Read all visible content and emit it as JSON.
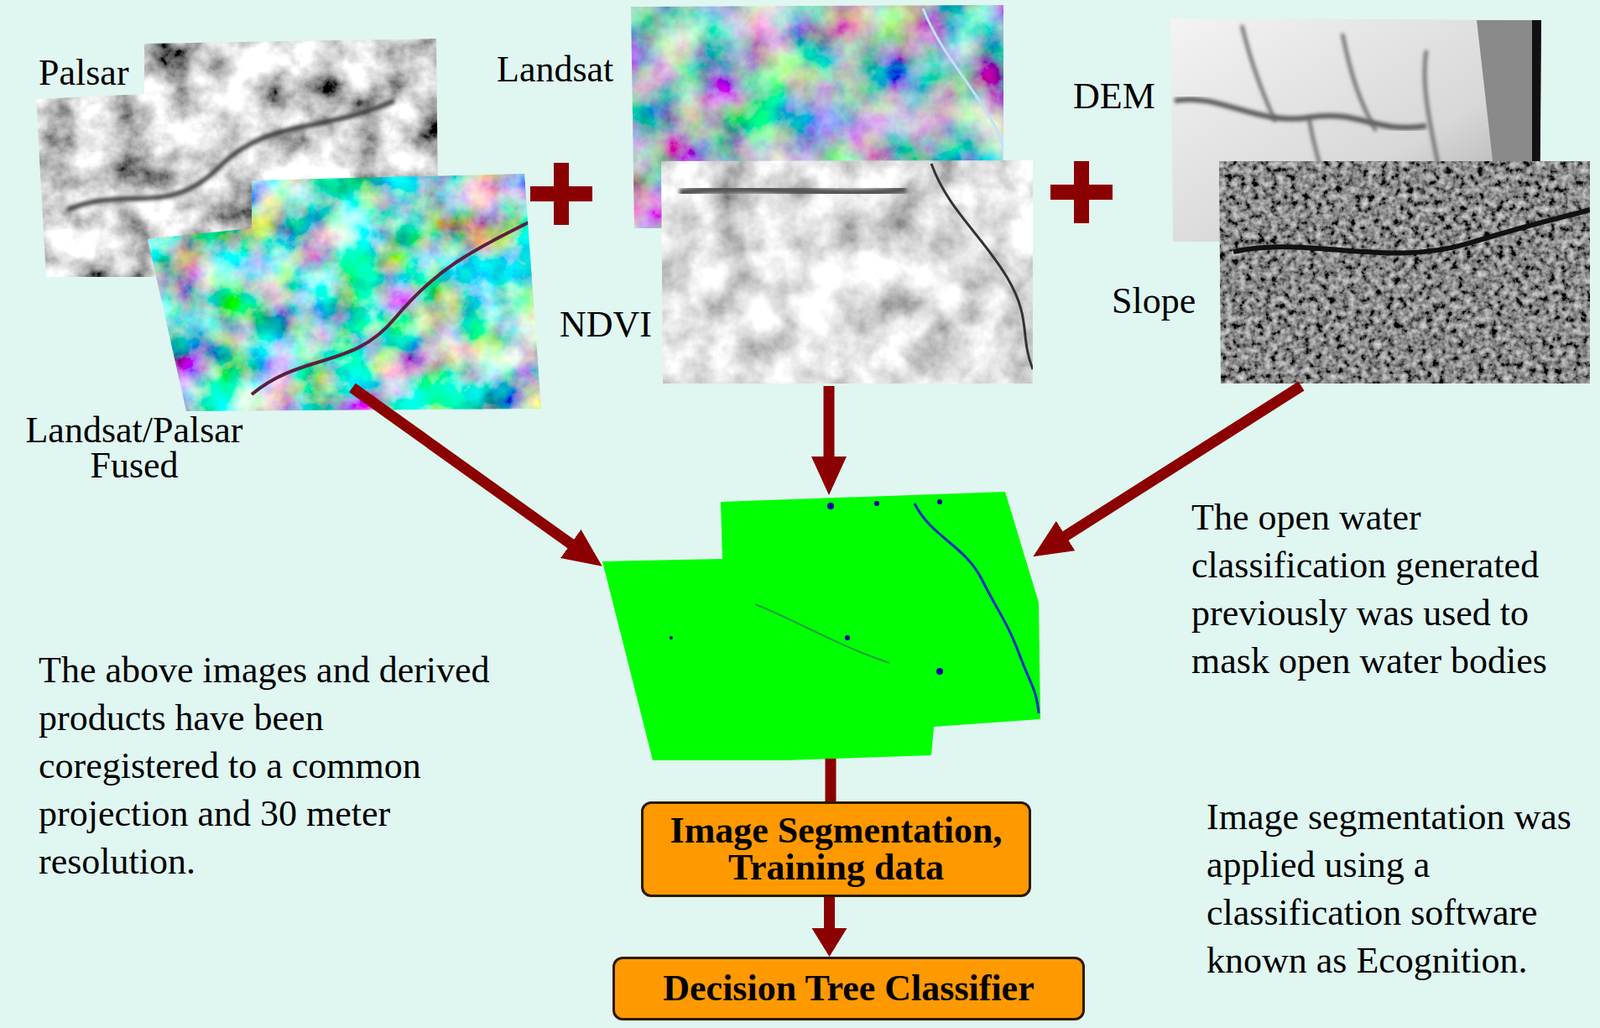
{
  "diagram": {
    "nodes": [
      {
        "text": [
          "Image Segmentation, Training data"
        ]
      },
      {
        "text": [
          "Decision Tree Classifier"
        ]
      }
    ],
    "edges": [
      {
        "from": 0,
        "to": 1,
        "arrow": "to"
      }
    ],
    "labels": [
      "Palsar",
      "Landsat",
      "DEM",
      "Landsat/Palsar Fused",
      "NDVI",
      "Slope",
      "The open water classification generated previously was used to mask open water bodies",
      "The above images and derived products have been coregistered to a common projection and 30 meter resolution.",
      "Image segmentation was applied using a classification software known as Ecognition."
    ]
  }
}
